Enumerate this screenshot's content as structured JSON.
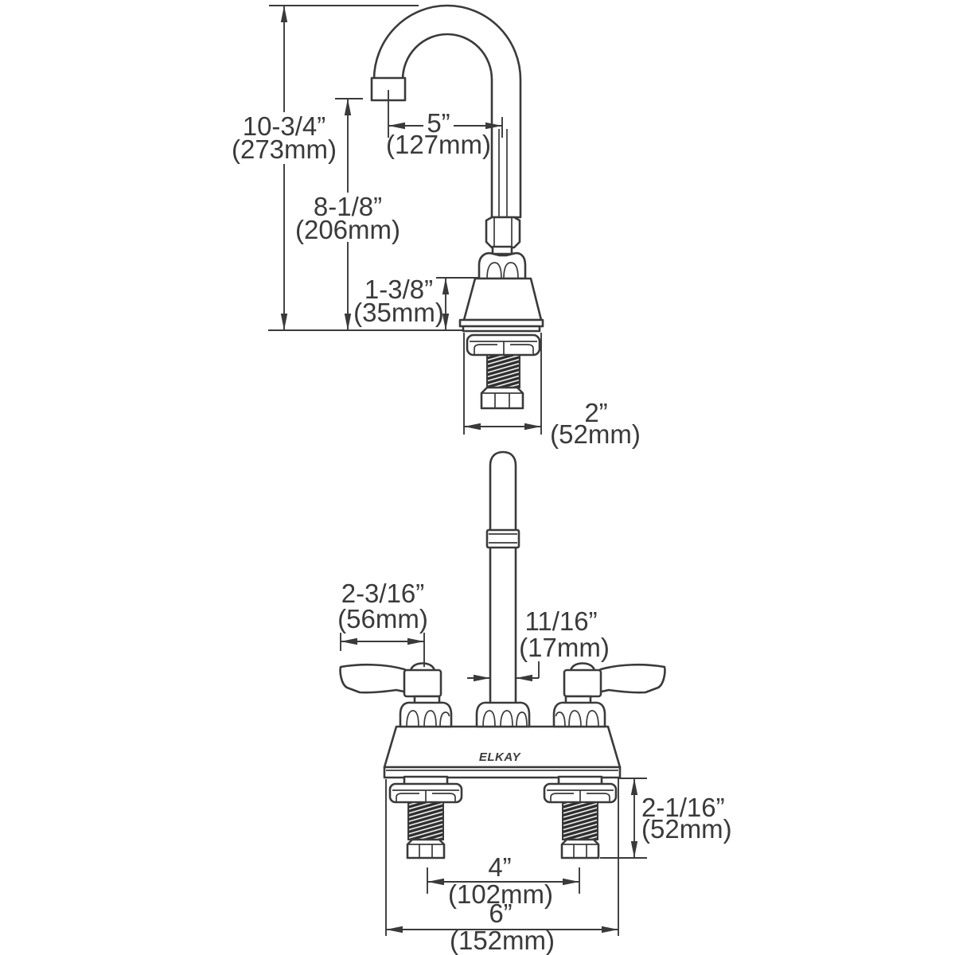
{
  "brand": {
    "logo_text": "ELKAY"
  },
  "colors": {
    "line": "#3a3a3a",
    "background": "#ffffff"
  },
  "dimensions": {
    "overall_height": {
      "imperial": "10-3/4”",
      "metric": "(273mm)"
    },
    "spout_height": {
      "imperial": "8-1/8”",
      "metric": "(206mm)"
    },
    "spout_reach": {
      "imperial": "5”",
      "metric": "(127mm)"
    },
    "body_height": {
      "imperial": "1-3/8”",
      "metric": "(35mm)"
    },
    "base_diameter": {
      "imperial": "2”",
      "metric": "(52mm)"
    },
    "handle_length": {
      "imperial": "2-3/16”",
      "metric": "(56mm)"
    },
    "spout_outer_diameter": {
      "imperial": "11/16”",
      "metric": "(17mm)"
    },
    "shank_length": {
      "imperial": "2-1/16”",
      "metric": "(52mm)"
    },
    "faucet_hole_centers": {
      "imperial": "4”",
      "metric": "(102mm)"
    },
    "overall_width": {
      "imperial": "6”",
      "metric": "(152mm)"
    }
  }
}
